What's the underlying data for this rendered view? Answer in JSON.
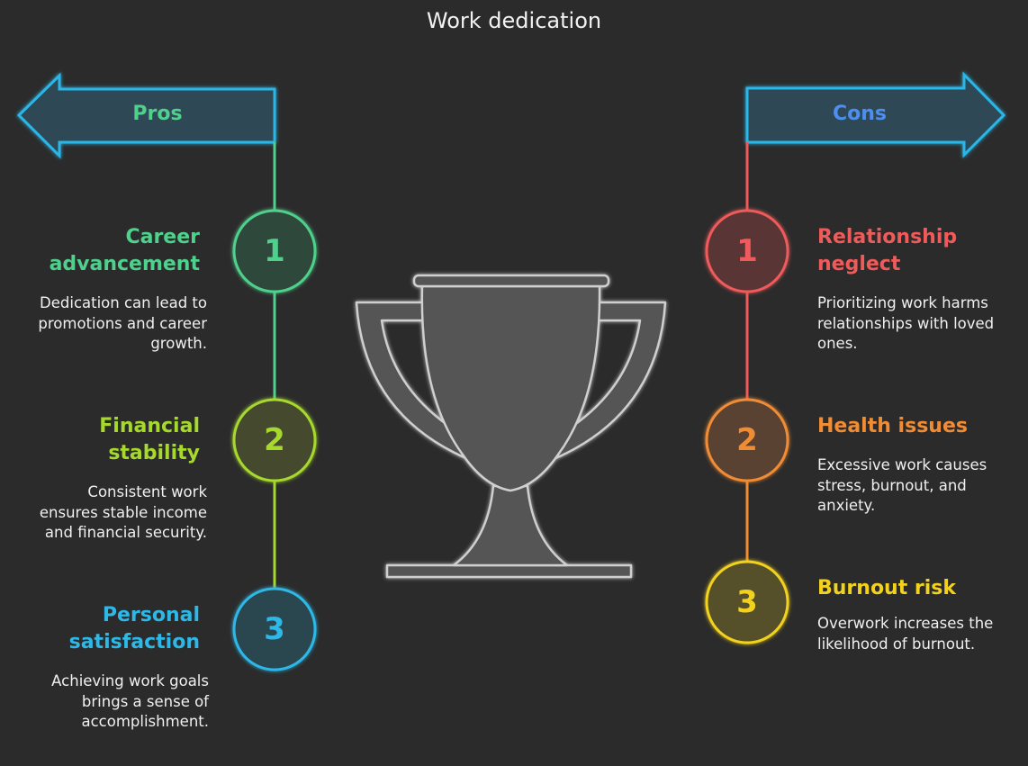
{
  "title": "Work dedication",
  "pros": {
    "label": "Pros",
    "items": [
      {
        "number": "1",
        "title_line1": "Career",
        "title_line2": "advancement",
        "desc": [
          "Dedication can lead to",
          "promotions and career",
          "growth."
        ]
      },
      {
        "number": "2",
        "title_line1": "Financial",
        "title_line2": "stability",
        "desc": [
          "Consistent work",
          "ensures stable income",
          "and financial security."
        ]
      },
      {
        "number": "3",
        "title_line1": "Personal",
        "title_line2": "satisfaction",
        "desc": [
          "Achieving work goals",
          "brings a sense of",
          "accomplishment."
        ]
      }
    ]
  },
  "cons": {
    "label": "Cons",
    "items": [
      {
        "number": "1",
        "title_line1": "Relationship",
        "title_line2": "neglect",
        "desc": [
          "Prioritizing work harms",
          "relationships with loved",
          "ones."
        ]
      },
      {
        "number": "2",
        "title_line1": "Health issues",
        "title_line2": "",
        "desc": [
          "Excessive work causes",
          "stress, burnout, and",
          "anxiety."
        ]
      },
      {
        "number": "3",
        "title_line1": "Burnout risk",
        "title_line2": "",
        "desc": [
          "Overwork increases the",
          "likelihood of burnout."
        ]
      }
    ]
  },
  "colors": {
    "background": "#2b2b2b",
    "arrow_outline": "#29b6e6",
    "arrow_fill": "#2f4a55",
    "pros_label": "#4fd08c",
    "cons_label": "#4d8ef0",
    "pro1": "#4fd08c",
    "pro2": "#a6d82e",
    "pro3": "#2db8e8",
    "con1": "#ef5a5a",
    "con2": "#f08c34",
    "con3": "#f2d21c",
    "trophy": "#555555"
  },
  "icons": {
    "center": "trophy-icon"
  }
}
